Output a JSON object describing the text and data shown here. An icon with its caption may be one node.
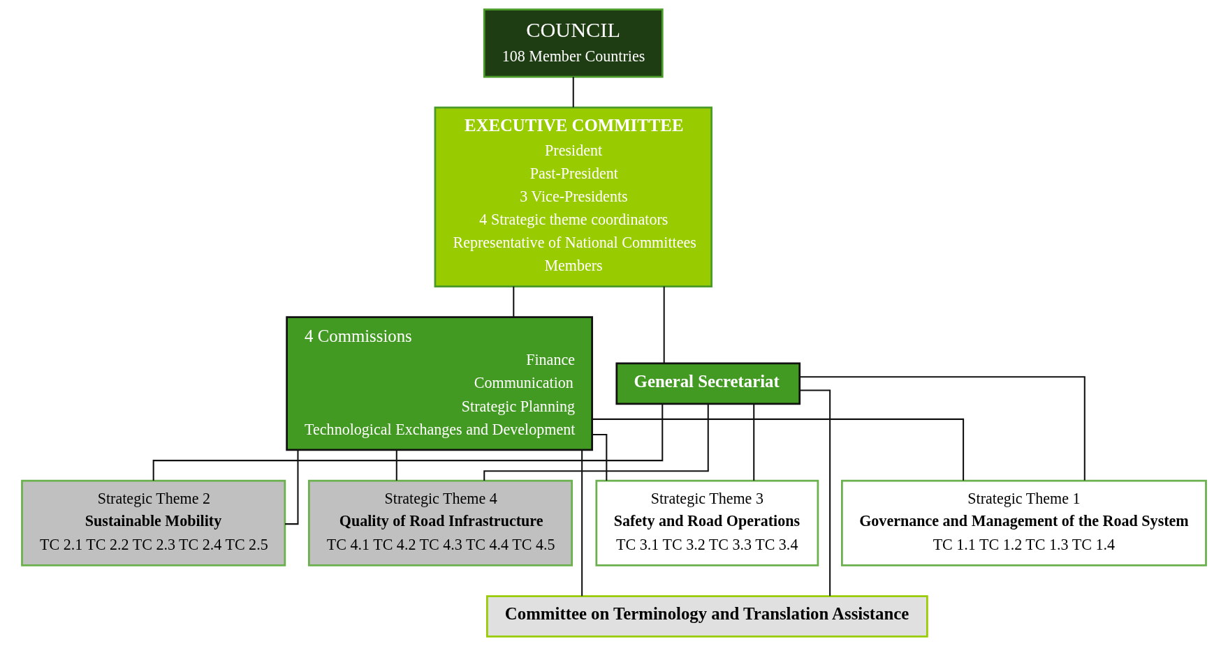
{
  "diagram": {
    "nodes": [
      {
        "text": [
          "COUNCIL",
          "108 Member Countries"
        ]
      },
      {
        "text": [
          "EXECUTIVE COMMITTEE",
          "President",
          "Past-President",
          "3 Vice-Presidents",
          "4 Strategic theme coordinators",
          "Representative of National Committees",
          "Members"
        ]
      },
      {
        "text": [
          "General Secretariat"
        ]
      },
      {
        "text": [
          "4 Commissions",
          "Finance",
          "Communication",
          "Strategic Planning",
          "Technological Exchanges and Development"
        ]
      },
      {
        "text": [
          "Strategic Theme 1",
          "Governance and Management of the Road System",
          "TC 1.1 TC 1.2 TC 1.3 TC 1.4"
        ]
      },
      {
        "text": [
          "Strategic Theme 2",
          "Sustainable Mobility",
          "TC 2.1 TC 2.2 TC 2.3 TC 2.4 TC 2.5"
        ]
      },
      {
        "text": [
          "Strategic Theme 3",
          "Safety and Road Operations",
          "TC 3.1 TC 3.2 TC 3.3 TC 3.4"
        ]
      },
      {
        "text": [
          "Strategic Theme 4",
          "Quality of Road Infrastructure",
          "TC 4.1 TC 4.2 TC 4.3 TC 4.4 TC 4.5"
        ]
      },
      {
        "text": [
          "Committee on Terminology and Translation Assistance"
        ]
      }
    ],
    "edges": [
      {
        "from": 0,
        "to": 1,
        "arrow": "none"
      },
      {
        "from": 1,
        "to": 2,
        "arrow": "none"
      },
      {
        "from": 1,
        "to": 3,
        "arrow": "none"
      },
      {
        "from": 2,
        "to": 4,
        "arrow": "none"
      },
      {
        "from": 2,
        "to": 5,
        "arrow": "none"
      },
      {
        "from": 2,
        "to": 6,
        "arrow": "none"
      },
      {
        "from": 2,
        "to": 7,
        "arrow": "none"
      },
      {
        "from": 2,
        "to": 8,
        "arrow": "none"
      },
      {
        "from": 3,
        "to": 4,
        "arrow": "none"
      },
      {
        "from": 3,
        "to": 5,
        "arrow": "none"
      },
      {
        "from": 3,
        "to": 6,
        "arrow": "none"
      },
      {
        "from": 3,
        "to": 7,
        "arrow": "none"
      },
      {
        "from": 3,
        "to": 8,
        "arrow": "none"
      }
    ]
  }
}
